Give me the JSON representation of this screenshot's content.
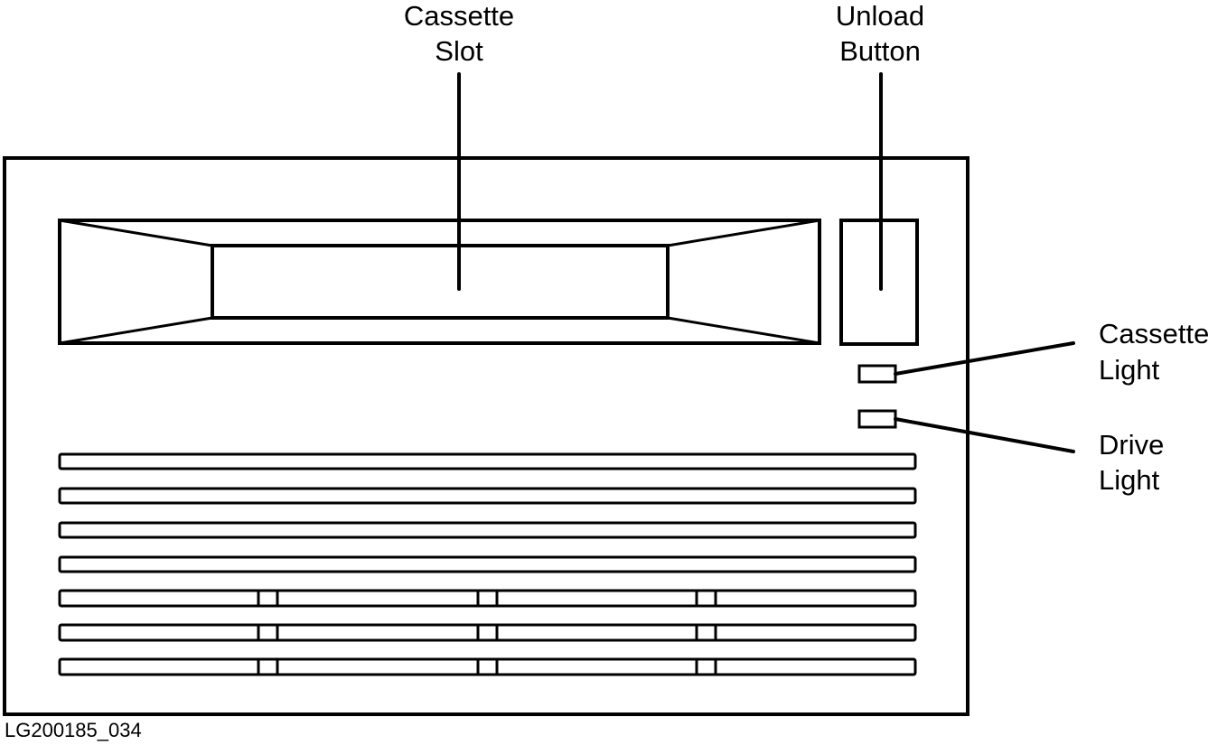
{
  "callouts": {
    "cassette_slot": {
      "line1": "Cassette",
      "line2": "Slot"
    },
    "unload_button": {
      "line1": "Unload",
      "line2": "Button"
    },
    "cassette_light": {
      "line1": "Cassette",
      "line2": "Light"
    },
    "drive_light": {
      "line1": "Drive",
      "line2": "Light"
    }
  },
  "figure_id": "LG200185_034",
  "colors": {
    "ink": "#000000",
    "paper": "#ffffff"
  }
}
